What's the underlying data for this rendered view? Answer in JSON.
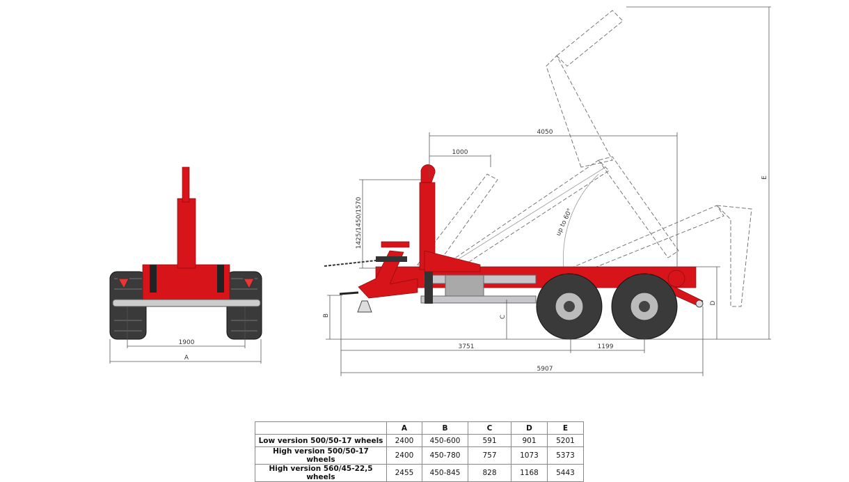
{
  "rear_view": {
    "dim_track": "1900",
    "dim_width": "A"
  },
  "side_view": {
    "dim_reach": "4050",
    "dim_hook_offset": "1000",
    "dim_hook_height": "1425/1450/1570",
    "dim_b": "B",
    "dim_c": "C",
    "dim_d": "D",
    "dim_e": "E",
    "dim_front_to_axle": "3751",
    "dim_axle_spacing": "1199",
    "dim_overall_length": "5907",
    "tilt_angle": "up to 60°"
  },
  "colors": {
    "body": "#d8141b",
    "lines": "#555555"
  },
  "table": {
    "headers": [
      "",
      "A",
      "B",
      "C",
      "D",
      "E"
    ],
    "rows": [
      [
        "Low version 500/50-17 wheels",
        "2400",
        "450-600",
        "591",
        "901",
        "5201"
      ],
      [
        "High version 500/50-17 wheels",
        "2400",
        "450-780",
        "757",
        "1073",
        "5373"
      ],
      [
        "High version 560/45-22,5 wheels",
        "2455",
        "450-845",
        "828",
        "1168",
        "5443"
      ]
    ]
  }
}
